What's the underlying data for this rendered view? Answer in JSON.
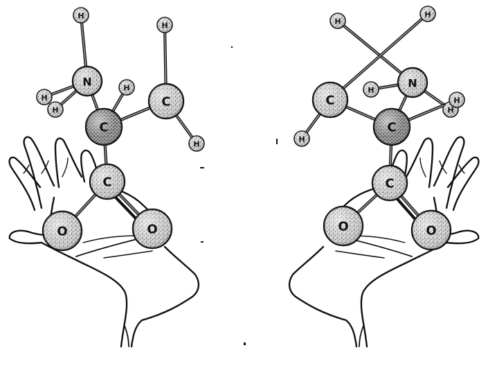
{
  "illustration": {
    "left_molecule": {
      "atoms": [
        {
          "id": "H1",
          "label": "H",
          "kind": "H"
        },
        {
          "id": "N",
          "label": "N",
          "kind": "N"
        },
        {
          "id": "H2",
          "label": "H",
          "kind": "H"
        },
        {
          "id": "H3",
          "label": "H",
          "kind": "H"
        },
        {
          "id": "H4",
          "label": "H",
          "kind": "H"
        },
        {
          "id": "Ca",
          "label": "C",
          "kind": "Ca"
        },
        {
          "id": "Cm",
          "label": "C",
          "kind": "C"
        },
        {
          "id": "H5",
          "label": "H",
          "kind": "H"
        },
        {
          "id": "H6",
          "label": "H",
          "kind": "H"
        },
        {
          "id": "Cc",
          "label": "C",
          "kind": "C"
        },
        {
          "id": "O1",
          "label": "O",
          "kind": "O"
        },
        {
          "id": "O2",
          "label": "O",
          "kind": "O"
        }
      ]
    },
    "right_molecule": {
      "atoms": [
        {
          "id": "H1",
          "label": "H",
          "kind": "H"
        },
        {
          "id": "N",
          "label": "N",
          "kind": "N"
        },
        {
          "id": "H2",
          "label": "H",
          "kind": "H"
        },
        {
          "id": "H3",
          "label": "H",
          "kind": "H"
        },
        {
          "id": "H4",
          "label": "H",
          "kind": "H"
        },
        {
          "id": "Ca",
          "label": "C",
          "kind": "Ca"
        },
        {
          "id": "Cm",
          "label": "C",
          "kind": "C"
        },
        {
          "id": "H5",
          "label": "H",
          "kind": "H"
        },
        {
          "id": "H6",
          "label": "H",
          "kind": "H"
        },
        {
          "id": "Cc",
          "label": "C",
          "kind": "C"
        },
        {
          "id": "O1",
          "label": "O",
          "kind": "O"
        },
        {
          "id": "O2",
          "label": "O",
          "kind": "O"
        }
      ]
    },
    "bonds": [
      [
        "H1",
        "N"
      ],
      [
        "N",
        "H2"
      ],
      [
        "N",
        "H3"
      ],
      [
        "N",
        "Ca"
      ],
      [
        "Ca",
        "H4"
      ],
      [
        "Ca",
        "Cm"
      ],
      [
        "Cm",
        "H5"
      ],
      [
        "Cm",
        "H6"
      ],
      [
        "Ca",
        "Cc"
      ],
      [
        "Cc",
        "O1"
      ],
      [
        "Cc",
        "O2"
      ]
    ],
    "double_bond": [
      "Cc",
      "O2"
    ],
    "colors": {
      "ink": "#111111",
      "atom_fill": "#bdbdbd",
      "background": "#ffffff"
    }
  }
}
